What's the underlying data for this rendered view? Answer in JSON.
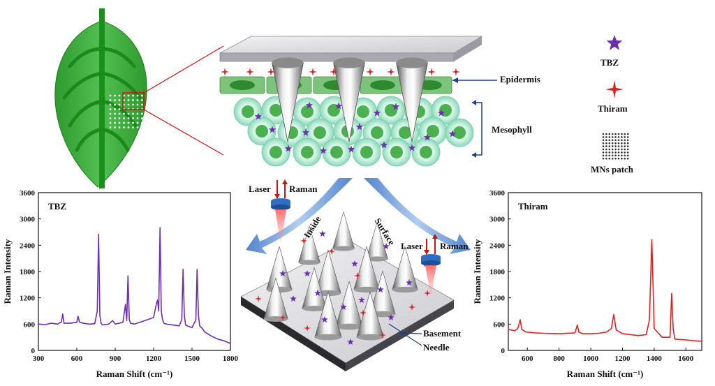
{
  "labels": {
    "epidermis": "Epidermis",
    "mesophyll": "Mesophyll",
    "laser_left": "Laser",
    "raman_left": "Raman",
    "laser_right": "Laser",
    "raman_right": "Raman",
    "inside": "Inside",
    "surface": "Surface",
    "basement": "Basement",
    "needle": "Needle"
  },
  "legend": {
    "tbz": "TBZ",
    "thiram": "Thiram",
    "mns_patch": "MNs  patch"
  },
  "colors": {
    "leaf": "#3fae3f",
    "leaf_vein": "#1a8a1a",
    "cell_fill": "#b6ecd6",
    "nucleus": "#4caf50",
    "epidermis": "#7cc47c",
    "tbz_color": "#6a2fb0",
    "thiram_color": "#e02020",
    "spectrum_tbz": "#6a2fb0",
    "spectrum_thiram": "#e02020",
    "arrow_blue": "#5b8fd6"
  },
  "chart_data": [
    {
      "type": "line",
      "title": "TBZ",
      "xlabel": "Raman Shift (cm⁻¹)",
      "ylabel": "Raman Intensity",
      "xlim": [
        300,
        1800
      ],
      "ylim": [
        0,
        3600
      ],
      "xticks": [
        "300",
        "600",
        "900",
        "1200",
        "1500",
        "1800"
      ],
      "yticks": [
        "0",
        "600",
        "1200",
        "1800",
        "2400",
        "3000",
        "3600"
      ],
      "series": [
        {
          "x": [
            300,
            350,
            400,
            450,
            480,
            490,
            500,
            550,
            600,
            610,
            620,
            650,
            700,
            740,
            760,
            770,
            780,
            790,
            800,
            850,
            880,
            890,
            900,
            960,
            980,
            990,
            1000,
            1010,
            1020,
            1050,
            1100,
            1150,
            1200,
            1220,
            1230,
            1240,
            1250,
            1260,
            1270,
            1280,
            1300,
            1350,
            1400,
            1420,
            1430,
            1440,
            1450,
            1460,
            1500,
            1530,
            1540,
            1550,
            1560,
            1580,
            1600,
            1650,
            1700,
            1750,
            1800
          ],
          "y": [
            600,
            590,
            620,
            600,
            650,
            830,
            620,
            620,
            640,
            780,
            650,
            620,
            600,
            610,
            900,
            2650,
            800,
            620,
            580,
            600,
            680,
            640,
            600,
            640,
            1050,
            680,
            1700,
            700,
            620,
            600,
            650,
            700,
            750,
            1050,
            1150,
            900,
            2800,
            900,
            700,
            620,
            600,
            580,
            560,
            700,
            1850,
            800,
            580,
            560,
            520,
            700,
            1850,
            800,
            560,
            500,
            420,
            330,
            260,
            220,
            160
          ]
        }
      ]
    },
    {
      "type": "line",
      "title": "Thiram",
      "xlabel": "Raman Shift (cm⁻¹)",
      "ylabel": "Raman Intensity",
      "xlim": [
        480,
        1700
      ],
      "ylim": [
        0,
        3600
      ],
      "xticks": [
        "600",
        "800",
        "1000",
        "1200",
        "1400",
        "1600"
      ],
      "yticks": [
        "0",
        "600",
        "1200",
        "1800",
        "2400",
        "3000",
        "3600"
      ],
      "series": [
        {
          "x": [
            480,
            520,
            540,
            555,
            565,
            590,
            650,
            700,
            800,
            900,
            915,
            925,
            950,
            1000,
            1050,
            1100,
            1130,
            1145,
            1160,
            1200,
            1250,
            1300,
            1350,
            1370,
            1385,
            1400,
            1450,
            1500,
            1510,
            1520,
            1530,
            1560,
            1600,
            1650,
            1700
          ],
          "y": [
            480,
            450,
            500,
            700,
            480,
            420,
            400,
            390,
            380,
            400,
            580,
            420,
            380,
            380,
            390,
            420,
            500,
            820,
            470,
            380,
            360,
            340,
            360,
            700,
            2530,
            500,
            300,
            300,
            1300,
            500,
            260,
            250,
            240,
            220,
            210
          ]
        }
      ]
    }
  ]
}
